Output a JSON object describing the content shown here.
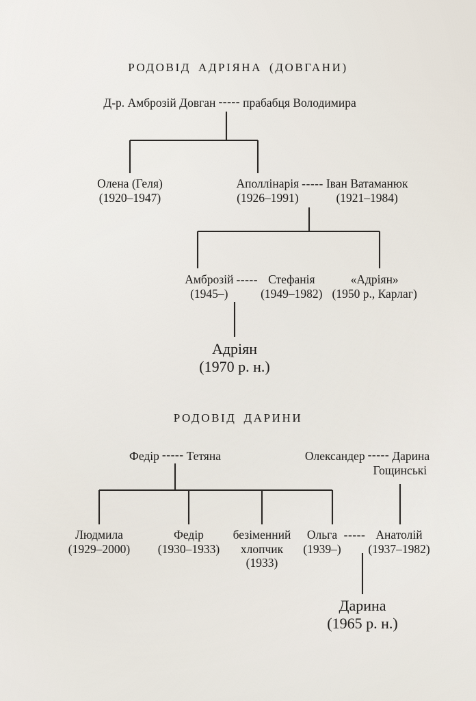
{
  "page": {
    "background_color": "#eae7e0",
    "ink_color": "#1d1b19",
    "document_type": "genealogy-chart",
    "language": "uk"
  },
  "tree_adrian": {
    "title_part1": "РОДОВІД",
    "title_part2": "АДРІЯНА",
    "title_part3": "(ДОВГАНИ)",
    "generation1": {
      "left_name": "Д-р. Амброзій Довган",
      "link": "-----",
      "right_name": "прабабця Володимира"
    },
    "generation2": {
      "child_left": {
        "name": "Олена (Геля)",
        "dates": "(1920–1947)"
      },
      "child_right": {
        "name": "Аполлінарія",
        "dates": "(1926–1991)",
        "link": "-----",
        "spouse_name": "Іван Ватаманюк",
        "spouse_dates": "(1921–1984)"
      }
    },
    "generation3": {
      "child_left": {
        "name": "Амброзій",
        "dates": "(1945–)"
      },
      "link": "-----",
      "child_left_spouse": {
        "name": "Стефанія",
        "dates": "(1949–1982)"
      },
      "child_right": {
        "name": "«Адріян»",
        "dates": "(1950 р., Карлаг)"
      }
    },
    "generation4": {
      "name": "Адріян",
      "dates": "(1970 р. н.)"
    }
  },
  "tree_daryna": {
    "title_part1": "РОДОВІД",
    "title_part2": "ДАРИНИ",
    "generation1": {
      "couple_left": {
        "name": "Федір",
        "link": "-----",
        "spouse_name": "Тетяна"
      },
      "couple_right": {
        "name": "Олександер",
        "link": "-----",
        "spouse_name": "Дарина",
        "surname": "Гощинські"
      }
    },
    "generation2": {
      "children": [
        {
          "name": "Людмила",
          "dates": "(1929–2000)",
          "note": ""
        },
        {
          "name": "Федір",
          "dates": "(1930–1933)",
          "note": ""
        },
        {
          "name": "безіменний",
          "dates": "хлопчик",
          "note": "(1933)"
        },
        {
          "name": "Ольга",
          "dates": "(1939–)",
          "note": ""
        },
        {
          "name": "Анатолій",
          "dates": "(1937–1982)",
          "note": ""
        }
      ],
      "link": "-----"
    },
    "generation3": {
      "name": "Дарина",
      "dates": "(1965 р. н.)"
    }
  }
}
